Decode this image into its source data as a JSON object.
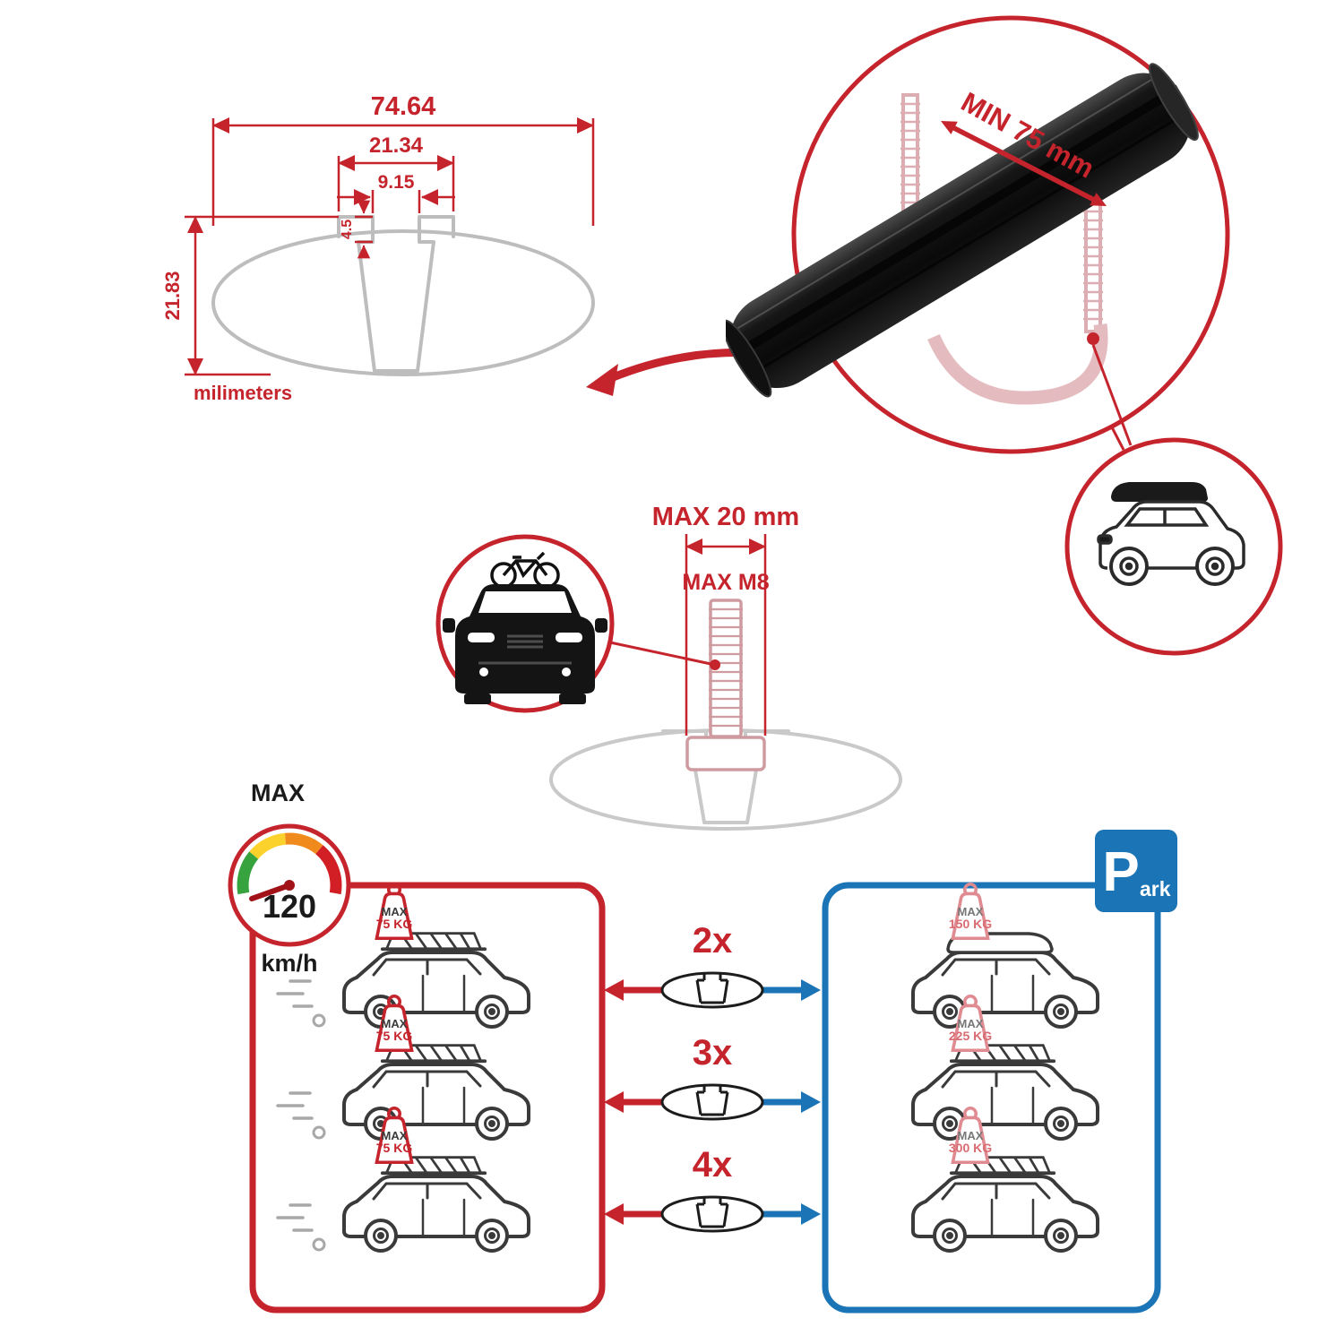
{
  "colors": {
    "accent_red": "#c5242c",
    "accent_blue": "#1b74b6",
    "bar_black": "#111111",
    "profile_gray": "#bdbdbd",
    "ghost_pink": "#dcaeb3",
    "gauge_green": "#37a33f",
    "gauge_yellow": "#fbd12b",
    "gauge_orange": "#f08a1d",
    "gauge_red": "#d21f26"
  },
  "dimension_diagram": {
    "total_width": "74.64",
    "channel_width": "21.34",
    "slot_width": "9.15",
    "slot_depth": "4.5",
    "profile_height": "21.83",
    "units_label": "milimeters"
  },
  "crossbar_detail": {
    "min_span_label": "MIN 75 mm"
  },
  "mount_bolt": {
    "max_width_label": "MAX 20 mm",
    "max_thread_label": "MAX M8"
  },
  "speed_limit": {
    "label": "MAX",
    "value": "120",
    "units": "km/h"
  },
  "parking_sign": {
    "letter": "P",
    "suffix": "ark"
  },
  "rows": [
    {
      "quantity": "2x",
      "moving_load": {
        "label": "MAX",
        "value": "75 KG"
      },
      "parked_load": {
        "label": "MAX",
        "value": "150 KG"
      }
    },
    {
      "quantity": "3x",
      "moving_load": {
        "label": "MAX",
        "value": "75 KG"
      },
      "parked_load": {
        "label": "MAX",
        "value": "225 KG"
      }
    },
    {
      "quantity": "4x",
      "moving_load": {
        "label": "MAX",
        "value": "75 KG"
      },
      "parked_load": {
        "label": "MAX",
        "value": "300 KG"
      }
    }
  ]
}
